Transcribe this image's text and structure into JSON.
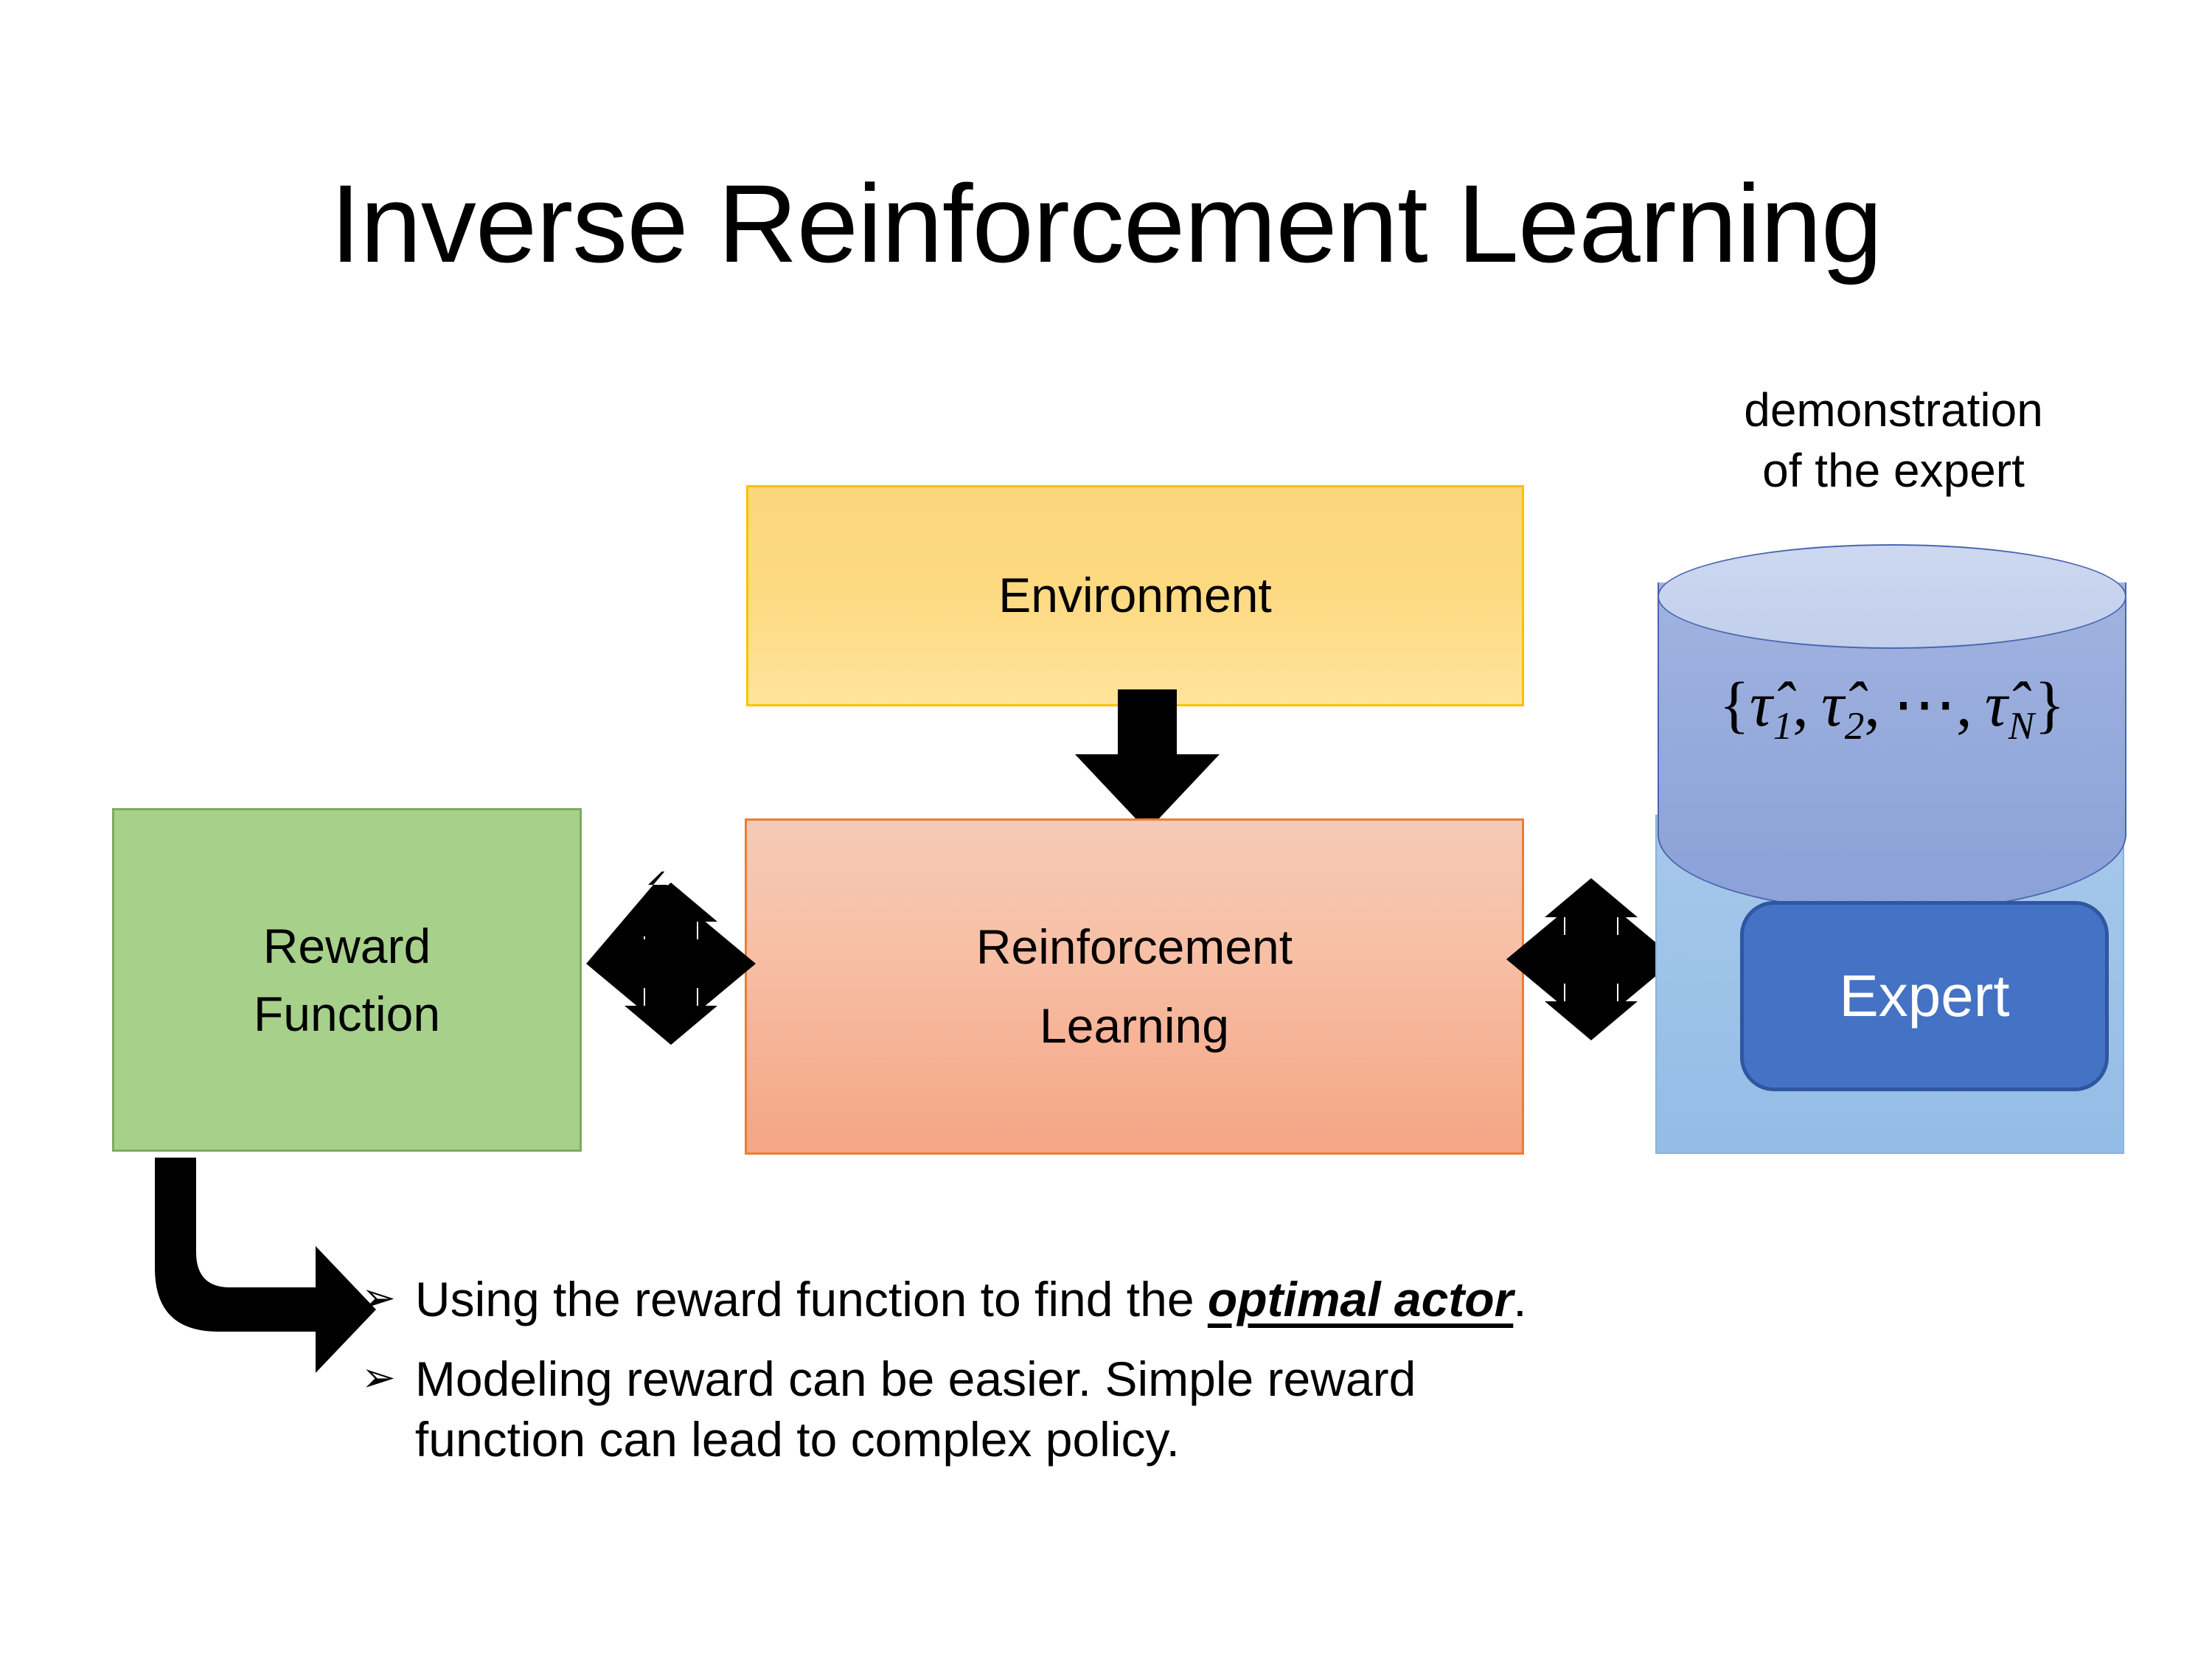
{
  "slide": {
    "title": "Inverse Reinforcement Learning",
    "background_color": "#FFFFFF"
  },
  "diagram": {
    "environment_box": {
      "label": "Environment",
      "fill_color": "#FDD980",
      "border_color": "#FFC000"
    },
    "rl_box": {
      "label_line1": "Reinforcement",
      "label_line2": "Learning",
      "fill_color": "#F7BFA5",
      "border_color": "#ED7D31"
    },
    "reward_box": {
      "label_line1": "Reward",
      "label_line2": "Function",
      "fill_color": "#A7D18B",
      "border_color": "#7BAC5C"
    },
    "expert_panel": {
      "fill_color": "#9CC2E8"
    },
    "expert_button": {
      "label": "Expert",
      "fill_color": "#4472C4",
      "border_color": "#2F56A0",
      "text_color": "#FFFFFF"
    },
    "database_cylinder": {
      "caption_line1": "demonstration",
      "caption_line2": "of the expert",
      "formula_open": "{",
      "formula_tau1": "τ̂",
      "formula_sub1": "1",
      "formula_comma1": ",",
      "formula_tau2": "τ̂",
      "formula_sub2": "2",
      "formula_comma2": ",",
      "formula_dots": "⋯",
      "formula_comma3": ",",
      "formula_tauN": "τ̂",
      "formula_subN": "N",
      "formula_close": "}",
      "body_color": "#97ABDC",
      "top_color": "#C8D4EE",
      "border_color": "#4A66B0"
    },
    "arrows": {
      "environment_to_rl": "down-arrow",
      "reward_to_rl": "quad-arrow",
      "rl_to_expert": "quad-arrow",
      "reward_to_bullet": "bent-arrow",
      "color": "#000000"
    }
  },
  "bullets": [
    {
      "marker": "➢",
      "text_before": "Using the reward function to find the ",
      "emphasis": "optimal actor",
      "text_after": "."
    },
    {
      "marker": "➢",
      "line1": "Modeling reward can be easier. Simple reward",
      "line2": "function can lead to complex policy."
    }
  ]
}
